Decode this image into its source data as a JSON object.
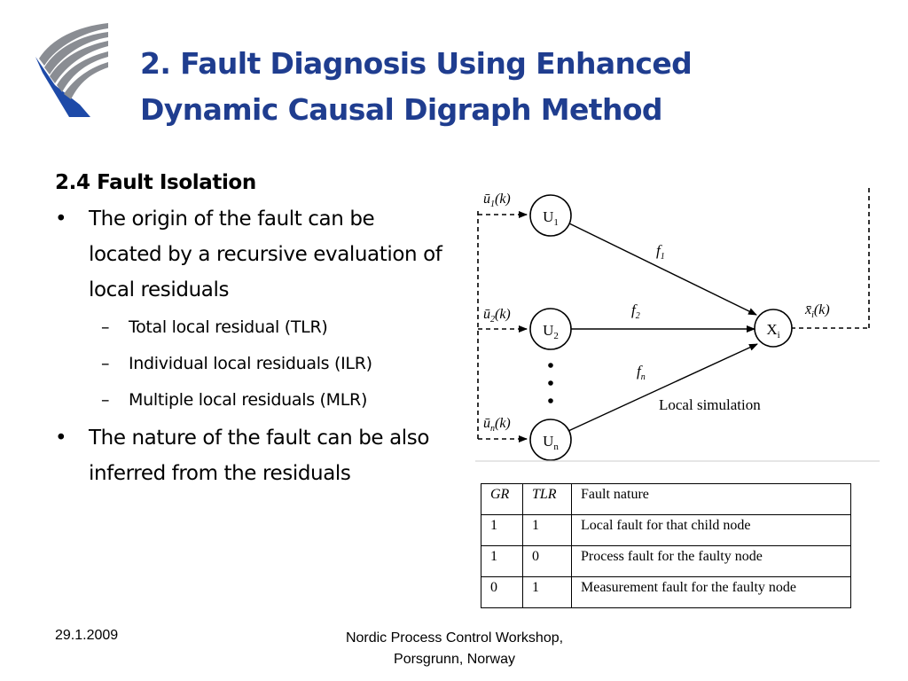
{
  "slide": {
    "title_line1": "2. Fault Diagnosis Using Enhanced",
    "title_line2": "Dynamic Causal Digraph Method",
    "section": "2.4 Fault Isolation",
    "bullets": [
      {
        "text": "The origin of the fault can be located by a recursive evaluation of local residuals"
      },
      {
        "text": "The nature of the fault can be also inferred from the residuals"
      }
    ],
    "sub_bullets": [
      "Total local residual (TLR)",
      "Individual local residuals (ILR)",
      "Multiple local residuals (MLR)"
    ],
    "bullet_symbol": "•",
    "dash_symbol": "–"
  },
  "diagram": {
    "nodes": [
      {
        "id": "U1",
        "letter": "U",
        "sub": "1"
      },
      {
        "id": "U2",
        "letter": "U",
        "sub": "2"
      },
      {
        "id": "Un",
        "letter": "U",
        "sub": "n"
      },
      {
        "id": "Xi",
        "letter": "X",
        "sub": "i"
      }
    ],
    "inputs": [
      {
        "var": "ū",
        "sub": "1",
        "arg": "(k)"
      },
      {
        "var": "ū",
        "sub": "2",
        "arg": "(k)"
      },
      {
        "var": "ū",
        "sub": "n",
        "arg": "(k)"
      }
    ],
    "edges": [
      {
        "from": "U1",
        "to": "Xi",
        "label": "f",
        "sub": "1"
      },
      {
        "from": "U2",
        "to": "Xi",
        "label": "f",
        "sub": "2"
      },
      {
        "from": "Un",
        "to": "Xi",
        "label": "f",
        "sub": "n"
      }
    ],
    "output": {
      "var": "x̄",
      "sub": "i",
      "arg": "(k)"
    },
    "caption": "Local simulation"
  },
  "table": {
    "headers": [
      "GR",
      "TLR",
      "Fault nature"
    ],
    "rows": [
      [
        "1",
        "1",
        "Local fault for that child node"
      ],
      [
        "1",
        "0",
        "Process fault for the faulty node"
      ],
      [
        "0",
        "1",
        "Measurement fault for the faulty node"
      ]
    ]
  },
  "footer": {
    "date": "29.1.2009",
    "event_line1": "Nordic Process Control Workshop,",
    "event_line2": "Porsgrunn, Norway"
  },
  "colors": {
    "title": "#1f3d8f",
    "logo_blue": "#1e4aa8",
    "logo_gray": "#8a8d93"
  }
}
